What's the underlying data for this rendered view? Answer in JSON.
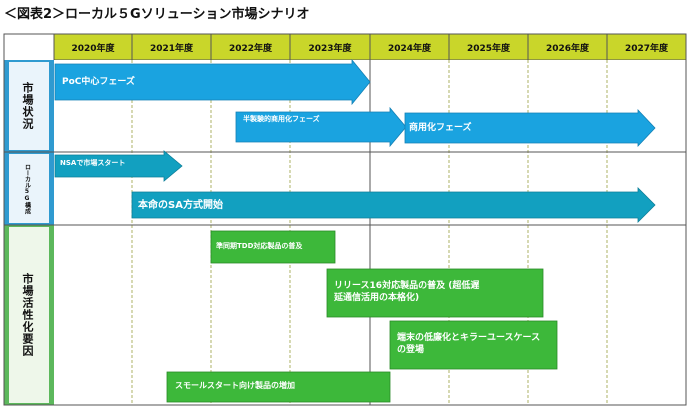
{
  "title": "＜図表2＞ローカル５Gソリューション市場シナリオ",
  "years": [
    "2020年度",
    "2021年度",
    "2022年度",
    "2023年度",
    "2024年度",
    "2025年度",
    "2026年度",
    "2027年度"
  ],
  "rows": [
    {
      "label": "市場状況"
    },
    {
      "label": "ローカル5G構成"
    },
    {
      "label": "市場活性化要因"
    }
  ],
  "arrows": [
    {
      "label": "PoC中心フェーズ",
      "color": "#1aa3e0"
    },
    {
      "label": "半製験的商用化フェーズ",
      "color": "#1aa3e0"
    },
    {
      "label": "商用化フェーズ",
      "color": "#1aa3e0"
    },
    {
      "label": "NSAで市場スタート",
      "color": "#12a0c0"
    },
    {
      "label": "本命のSA方式開始",
      "color": "#12a0c0"
    }
  ],
  "boxes": [
    {
      "label": "準同期TDD対応製品の普及",
      "color": "#3db83a"
    },
    {
      "label": "リリース16対応製品の普及 (超低遅延通信活用の本格化)",
      "color": "#3db83a"
    },
    {
      "label": "端末の低廉化とキラーユースケースの登場",
      "color": "#3db83a"
    },
    {
      "label": "スモールスタート向け製品の増加",
      "color": "#3db83a"
    }
  ]
}
